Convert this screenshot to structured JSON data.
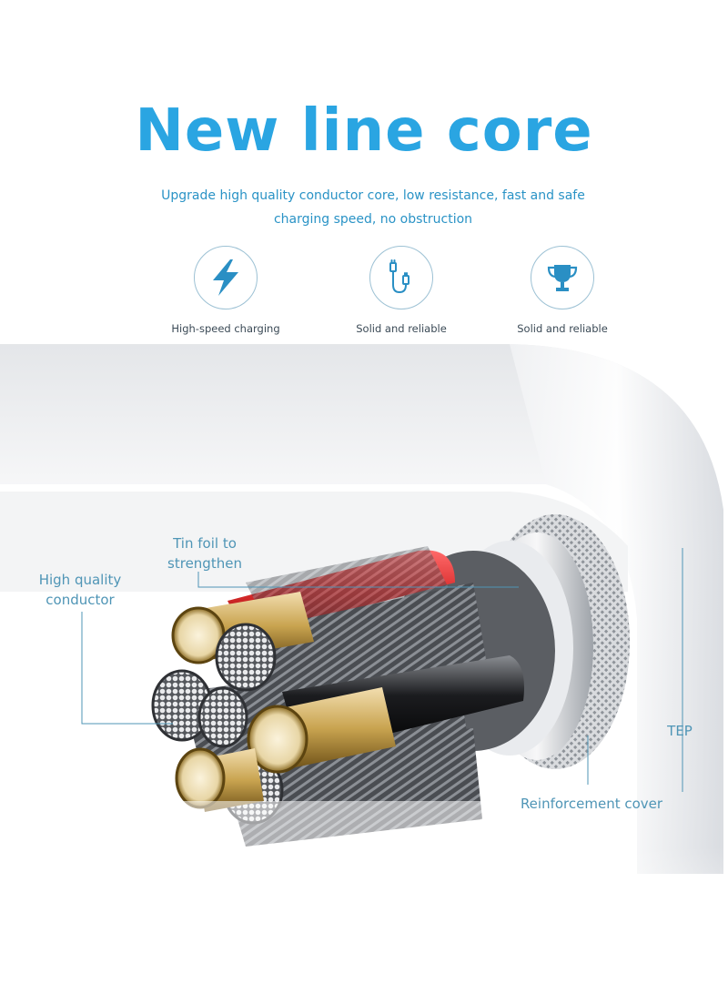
{
  "title": "New line core",
  "subtitle_line1": "Upgrade high quality conductor core, low resistance, fast and safe",
  "subtitle_line2": "charging speed, no obstruction",
  "features": [
    {
      "icon": "lightning-bolt-icon",
      "label": "High-speed charging"
    },
    {
      "icon": "cable-icon",
      "label": "Solid and reliable"
    },
    {
      "icon": "trophy-icon",
      "label": "Solid and reliable"
    }
  ],
  "callouts": {
    "tin_foil_line1": "Tin foil to",
    "tin_foil_line2": "strengthen",
    "conductor_line1": "High quality",
    "conductor_line2": "conductor",
    "tep": "TEP",
    "reinforcement": "Reinforcement cover"
  },
  "colors": {
    "accent": "#2aa5e2",
    "callout_text": "#4f95b6",
    "icon_stroke": "#2a8fc4",
    "red_wire": "#d82a2a",
    "gold_tip": "#c9a450"
  }
}
